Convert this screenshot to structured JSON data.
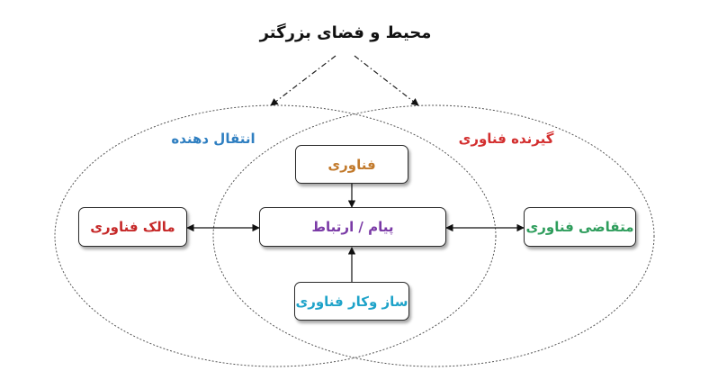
{
  "title": "محیط و فضای بزرگتر",
  "groups": {
    "sender": {
      "label": "انتقال دهنده",
      "color": "#2f7fc1"
    },
    "receiver": {
      "label": "گیرنده فناوری",
      "color": "#d32f2f"
    }
  },
  "nodes": {
    "technology": {
      "label": "فناوری",
      "color": "#c27a2c"
    },
    "message": {
      "label": "پیام / ارتباط",
      "color": "#7a3aa6"
    },
    "mechanism": {
      "label": "ساز وکار فناوری",
      "color": "#1fa3c9"
    },
    "owner": {
      "label": "مالک فناوری",
      "color": "#c62828"
    },
    "demander": {
      "label": "متقاضی فناوری",
      "color": "#2e9d5c"
    }
  }
}
